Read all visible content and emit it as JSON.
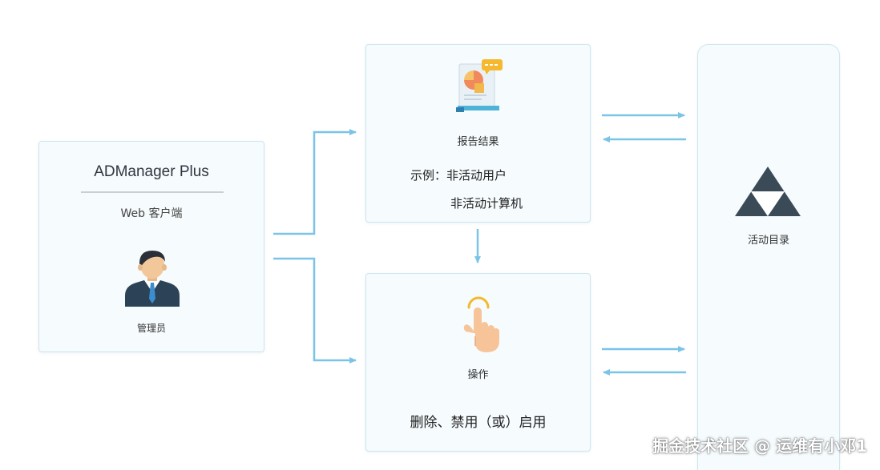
{
  "admin": {
    "title": "ADManager Plus",
    "subtitle": "Web 客户端",
    "role": "管理员",
    "icon": "admin-user-icon"
  },
  "report": {
    "title": "报告结果",
    "example_line1": "示例：非活动用户",
    "example_line2": "非活动计算机",
    "icon": "report-chart-icon"
  },
  "action": {
    "title": "操作",
    "description": "删除、禁用（或）启用",
    "icon": "tap-hand-icon"
  },
  "directory": {
    "title": "活动目录",
    "icon": "active-directory-triangle-icon"
  },
  "watermark": "掘金技术社区 @ 运维有小邓1",
  "colors": {
    "arrow": "#7cc3e8",
    "card_bg": "#f6fbfd",
    "card_border": "#cfe6ef",
    "ad_logo": "#3b4a57"
  }
}
